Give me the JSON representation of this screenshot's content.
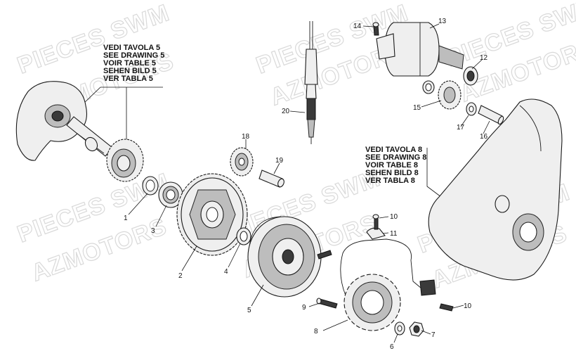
{
  "watermark": {
    "brand": "PIECES SWM",
    "dealer": "AZMOTORS"
  },
  "references": [
    {
      "lines": [
        "VEDI TAVOLA 5",
        "SEE DRAWING 5",
        "VOIR TABLE 5",
        "SEHEN BILD 5",
        "VER TABLA 5"
      ]
    },
    {
      "lines": [
        "VEDI TAVOLA 8",
        "SEE DRAWING 8",
        "VOIR TABLE 8",
        "SEHEN BILD 8",
        "VER TABLA 8"
      ]
    }
  ],
  "callouts": [
    "1",
    "2",
    "3",
    "4",
    "5",
    "6",
    "7",
    "8",
    "9",
    "10",
    "10",
    "11",
    "12",
    "13",
    "14",
    "15",
    "16",
    "17",
    "18",
    "19",
    "20"
  ]
}
